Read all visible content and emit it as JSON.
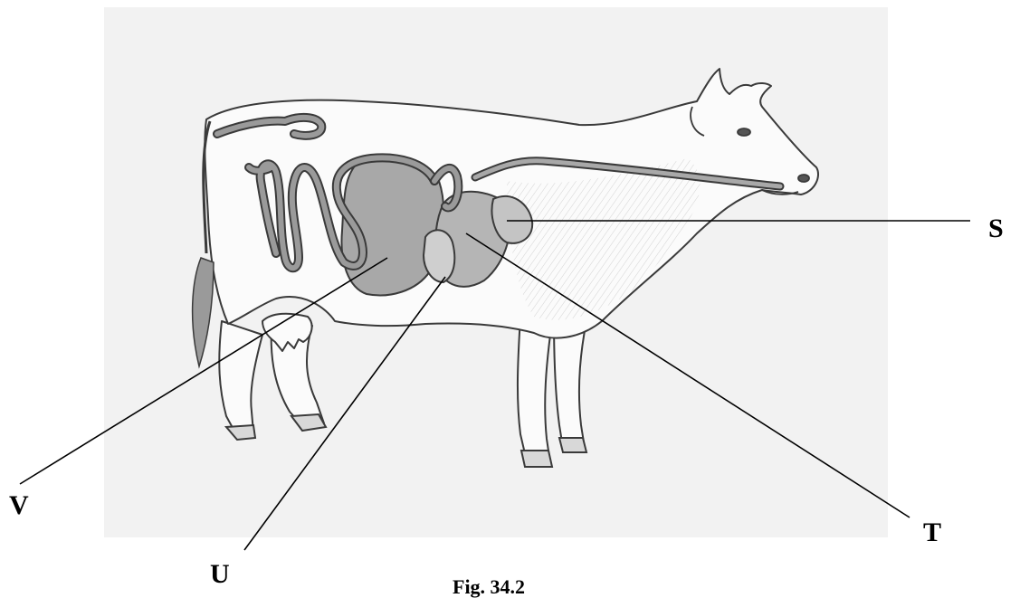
{
  "figure": {
    "caption": "Fig. 34.2",
    "labels": {
      "s": "S",
      "t": "T",
      "u": "U",
      "v": "V"
    }
  },
  "colors": {
    "background_panel": "#f2f2f2",
    "organ_fill": "#a8a8a8",
    "organ_dark": "#8f8f8f",
    "outline": "#3a3a3a",
    "leader": "#000000"
  }
}
